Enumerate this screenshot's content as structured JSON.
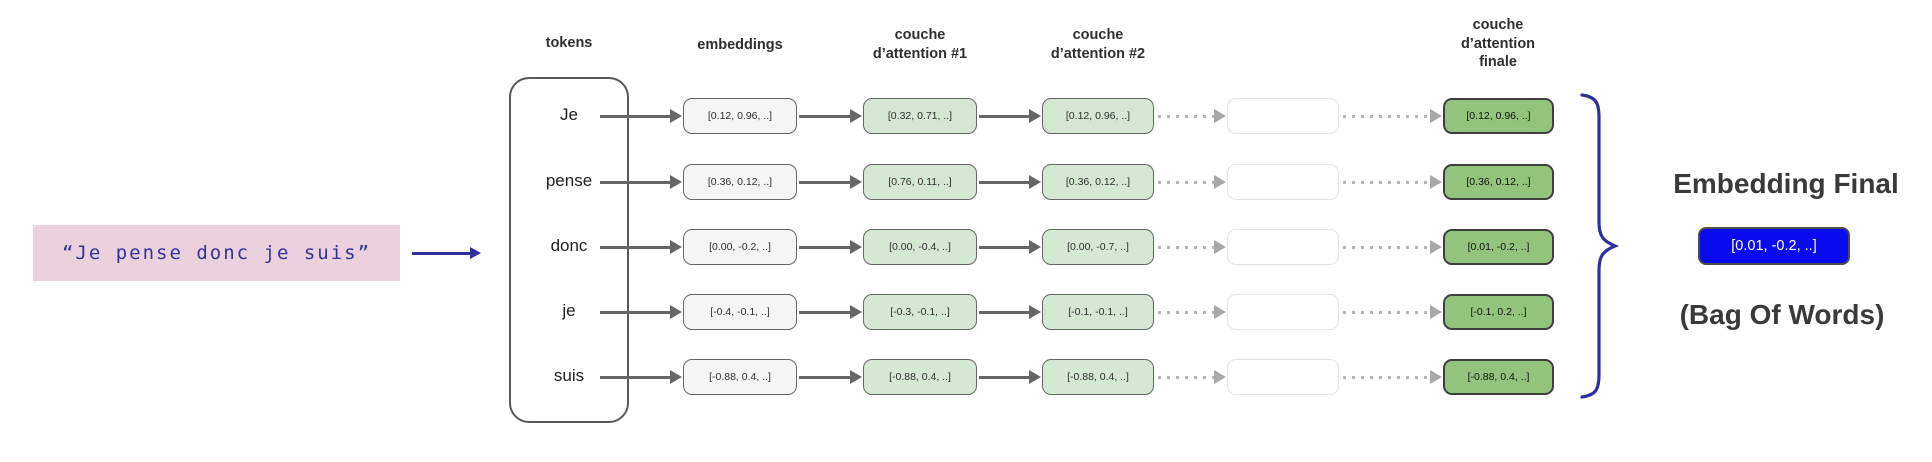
{
  "input": {
    "sentence": "“Je pense donc je suis”"
  },
  "headers": {
    "tokens": "tokens",
    "embeddings": "embeddings",
    "attention1": "couche\nd’attention #1",
    "attention2": "couche\nd’attention #2",
    "attention_final": "couche\nd’attention\nfinale"
  },
  "rows": [
    {
      "token": "Je",
      "embedding": "[0.12, 0.96, ..]",
      "attention1": "[0.32, 0.71, ..]",
      "attention2": "[0.12, 0.96, ..]",
      "final": "[0.12, 0.96, ..]"
    },
    {
      "token": "pense",
      "embedding": "[0.36, 0.12, ..]",
      "attention1": "[0.76, 0.11, ..]",
      "attention2": "[0.36, 0.12, ..]",
      "final": "[0.36, 0.12, ..]"
    },
    {
      "token": "donc",
      "embedding": "[0.00, -0.2, ..]",
      "attention1": "[0.00, -0.4, ..]",
      "attention2": "[0.00, -0.7, ..]",
      "final": "[0.01, -0.2, ..]"
    },
    {
      "token": "je",
      "embedding": "[-0.4, -0.1, ..]",
      "attention1": "[-0.3, -0.1, ..]",
      "attention2": "[-0.1, -0.1, ..]",
      "final": "[-0.1, 0.2, ..]"
    },
    {
      "token": "suis",
      "embedding": "[-0.88, 0.4, ..]",
      "attention1": "[-0.88, 0.4, ..]",
      "attention2": "[-0.88, 0.4, ..]",
      "final": "[-0.88, 0.4, ..]"
    }
  ],
  "output": {
    "title": "Embedding Final",
    "vector": "[0.01, -0.2, ..]",
    "subtitle": "(Bag Of Words)"
  },
  "colors": {
    "input_bg": "#ead1dc",
    "input_text": "#33339b",
    "navy_accent": "#2e2e9f",
    "embedding_fill": "#f5f5f5",
    "attention_fill": "#d5e8d4",
    "final_attention_fill": "#93c47d",
    "output_vector_fill": "#0a0aef",
    "connector_gray": "#666666"
  }
}
